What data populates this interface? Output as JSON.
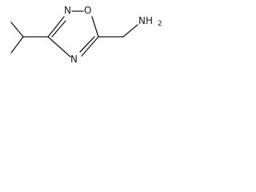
{
  "molecule": {
    "atoms": {
      "ring_n_top": "N",
      "ring_o": "O",
      "ring_n_bottom": "N",
      "amine_n": "NH",
      "amine_h_count": "2"
    },
    "colors": {
      "bond": "#1a1a1a",
      "label": "#1a1a1a",
      "background": "#ffffff"
    }
  }
}
